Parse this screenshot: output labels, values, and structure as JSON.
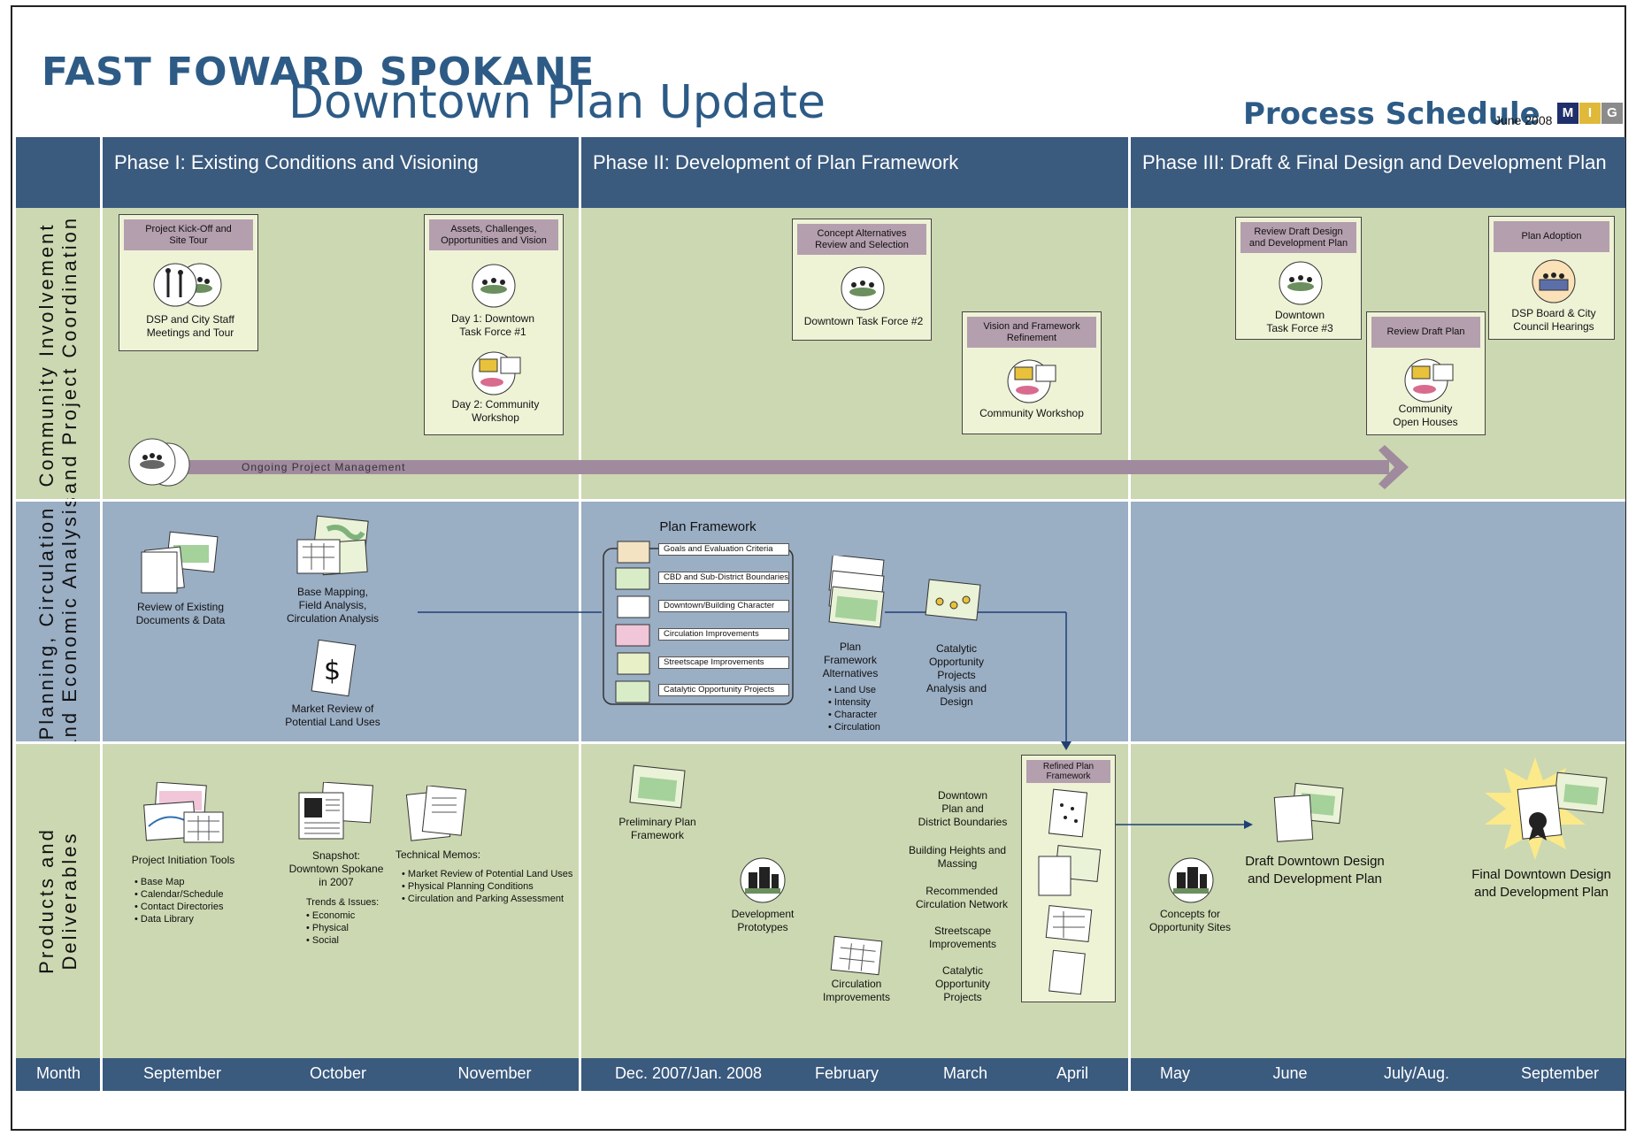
{
  "header": {
    "title_main": "FAST FOWARD SPOKANE",
    "title_sub": "Downtown Plan Update",
    "schedule_label": "Process Schedule",
    "schedule_date": "June 2008",
    "logo_letters": [
      "M",
      "I",
      "G"
    ]
  },
  "phases": [
    "Phase I: Existing Conditions and Visioning",
    "Phase II: Development of Plan Framework",
    "Phase III: Draft & Final Design and Development Plan"
  ],
  "rows": {
    "community": [
      "Community Involvement",
      "and Project Coordination"
    ],
    "planning": [
      "Planning, Circulation",
      "and Economic Analysis"
    ],
    "products": [
      "Products and",
      "Deliverables"
    ]
  },
  "community": {
    "kickoff": {
      "header": [
        "Project Kick-Off and",
        "Site Tour"
      ],
      "caption": [
        "DSP and City Staff",
        "Meetings and Tour"
      ]
    },
    "assets": {
      "header": [
        "Assets, Challenges,",
        "Opportunities and Vision"
      ],
      "day1": [
        "Day 1: Downtown",
        "Task Force #1"
      ],
      "day2": [
        "Day 2: Community",
        "Workshop"
      ]
    },
    "concept": {
      "header": [
        "Concept Alternatives",
        "Review and Selection"
      ],
      "caption": "Downtown Task Force #2"
    },
    "vision": {
      "header": [
        "Vision and Framework",
        "Refinement"
      ],
      "caption": "Community Workshop"
    },
    "review_draft_design": {
      "header": [
        "Review Draft Design",
        "and Development Plan"
      ],
      "caption": [
        "Downtown",
        "Task Force #3"
      ]
    },
    "review_draft_plan": {
      "header": "Review Draft Plan",
      "caption": [
        "Community",
        "Open Houses"
      ]
    },
    "adoption": {
      "header": "Plan Adoption",
      "caption": [
        "DSP Board & City",
        "Council Hearings"
      ]
    },
    "ongoing": "Ongoing Project Management"
  },
  "planning": {
    "review_docs": [
      "Review of Existing",
      "Documents & Data"
    ],
    "base_mapping": [
      "Base Mapping,",
      "Field Analysis,",
      "Circulation Analysis"
    ],
    "market_review": [
      "Market Review of",
      "Potential Land Uses"
    ],
    "plan_framework_title": "Plan Framework",
    "plan_framework_items": [
      "Goals and Evaluation Criteria",
      "CBD and Sub-District Boundaries",
      "Downtown/Building Character",
      "Circulation Improvements",
      "Streetscape Improvements",
      "Catalytic Opportunity Projects"
    ],
    "alternatives": [
      "Plan",
      "Framework",
      "Alternatives"
    ],
    "alternatives_bullets": [
      "Land Use",
      "Intensity",
      "Character",
      "Circulation"
    ],
    "catalytic": [
      "Catalytic",
      "Opportunity",
      "Projects",
      "Analysis and",
      "Design"
    ]
  },
  "products": {
    "initiation": "Project Initiation Tools",
    "initiation_bullets": [
      "Base Map",
      "Calendar/Schedule",
      "Contact Directories",
      "Data Library"
    ],
    "snapshot": [
      "Snapshot:",
      "Downtown Spokane",
      "in 2007"
    ],
    "trends_title": "Trends & Issues:",
    "trends_bullets": [
      "Economic",
      "Physical",
      "Social"
    ],
    "memos_title": "Technical Memos:",
    "memos_bullets": [
      "Market Review of Potential Land Uses",
      "Physical Planning Conditions",
      "Circulation and Parking Assessment"
    ],
    "preliminary": [
      "Preliminary Plan",
      "Framework"
    ],
    "prototypes": [
      "Development",
      "Prototypes"
    ],
    "circulation": [
      "Circulation",
      "Improvements"
    ],
    "list": {
      "boundaries": [
        "Downtown",
        "Plan and",
        "District Boundaries"
      ],
      "heights": [
        "Building Heights and",
        "Massing"
      ],
      "network": [
        "Recommended",
        "Circulation Network"
      ],
      "streetscape": [
        "Streetscape",
        "Improvements"
      ],
      "catalytic": [
        "Catalytic",
        "Opportunity",
        "Projects"
      ]
    },
    "refined_header": [
      "Refined Plan",
      "Framework"
    ],
    "concepts": [
      "Concepts for",
      "Opportunity Sites"
    ],
    "draft_plan": [
      "Draft Downtown Design",
      "and Development Plan"
    ],
    "final_plan": [
      "Final Downtown Design",
      "and Development Plan"
    ]
  },
  "months": {
    "label": "Month",
    "items": [
      "September",
      "October",
      "November",
      "Dec. 2007/Jan. 2008",
      "February",
      "March",
      "April",
      "May",
      "June",
      "July/Aug.",
      "September"
    ]
  },
  "colors": {
    "header_blue": "#3a5a7e",
    "title_blue": "#2d5b86",
    "band_green": "#ccd8b1",
    "band_blue": "#9aaec4",
    "box_header_mauve": "#b49fae",
    "arrow_mauve": "#a08a9e",
    "box_fill": "#eef3d6"
  }
}
